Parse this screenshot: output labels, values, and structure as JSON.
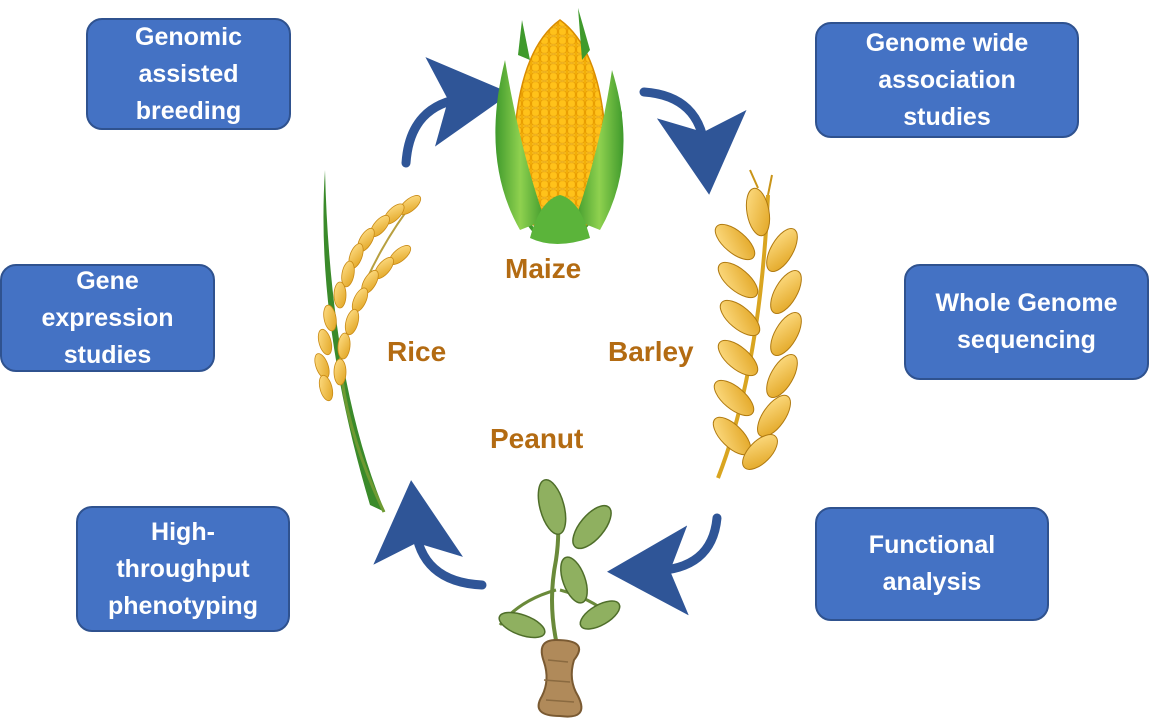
{
  "approaches": [
    {
      "id": "genomic-assisted-breeding",
      "label": "Genomic\nassisted\nbreeding"
    },
    {
      "id": "gwas",
      "label": "Genome wide\nassociation\nstudies"
    },
    {
      "id": "gene-expression",
      "label": "Gene\nexpression\nstudies"
    },
    {
      "id": "whole-genome-sequencing",
      "label": "Whole Genome\nsequencing"
    },
    {
      "id": "high-throughput-phenotyping",
      "label": "High-\nthroughput\nphenotyping"
    },
    {
      "id": "functional-analysis",
      "label": "Functional\nanalysis"
    }
  ],
  "crops": {
    "maize": "Maize",
    "rice": "Rice",
    "barley": "Barley",
    "peanut": "Peanut"
  },
  "colors": {
    "box_fill": "#4472c4",
    "box_border": "#2f528f",
    "crop_label": "#b36b12",
    "arrow": "#2f5597"
  },
  "icons": [
    "maize-cob-icon",
    "rice-stalk-icon",
    "barley-ear-icon",
    "peanut-plant-icon",
    "cycle-arrow-icon"
  ]
}
